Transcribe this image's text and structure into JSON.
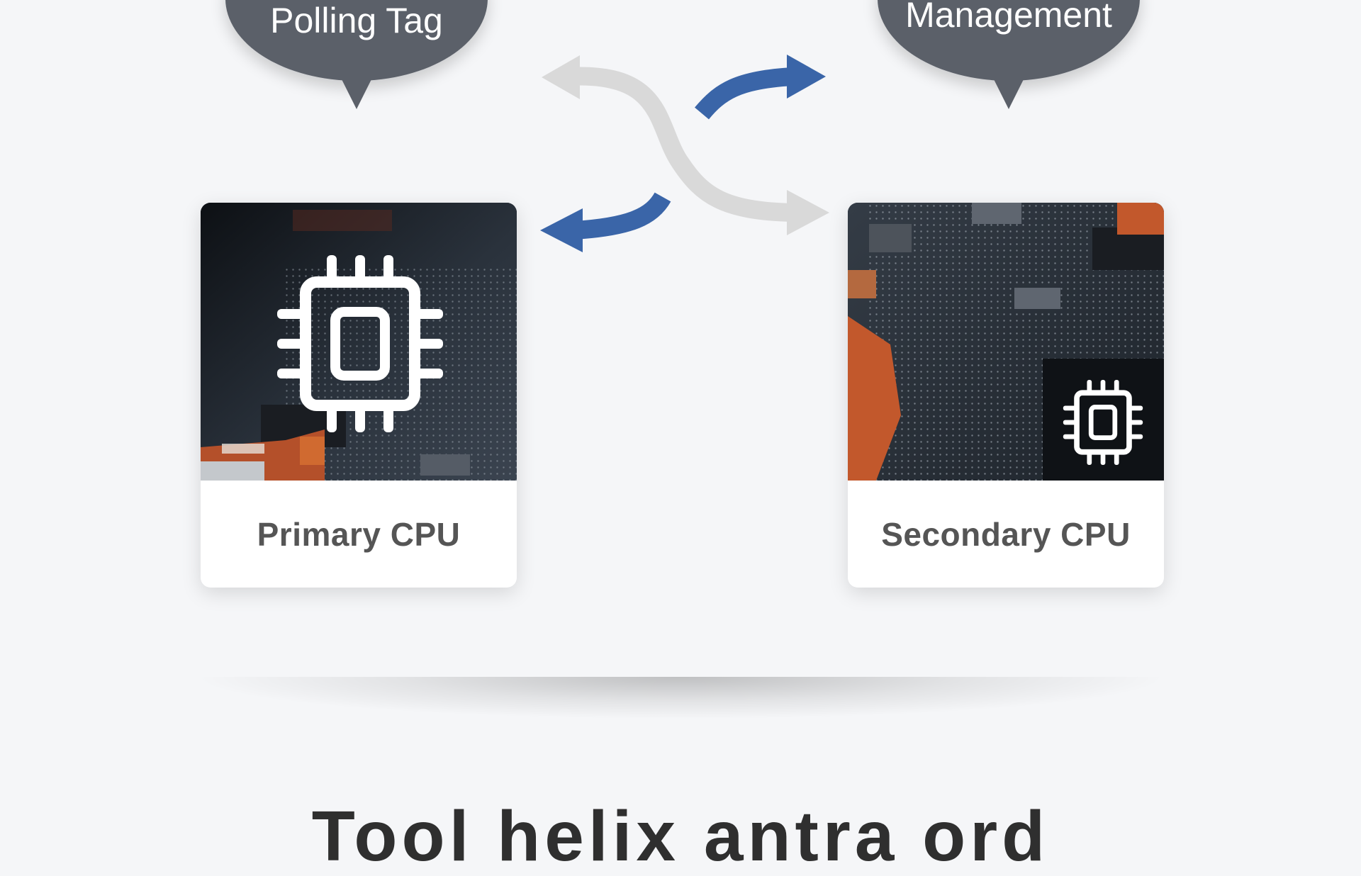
{
  "diagram": {
    "bubble_left": {
      "text": "Polling Tag"
    },
    "bubble_right": {
      "text": "Management"
    },
    "cards": [
      {
        "label": "Primary CPU",
        "icon": "cpu-chip-icon"
      },
      {
        "label": "Secondary CPU",
        "icon": "cpu-chip-icon"
      }
    ],
    "arrow_colors": {
      "active": "#3a65a8",
      "inactive": "#d9d9d9"
    },
    "bubble_color": "#5b6069"
  },
  "footer": {
    "heading": "Tool helix antra ord"
  }
}
